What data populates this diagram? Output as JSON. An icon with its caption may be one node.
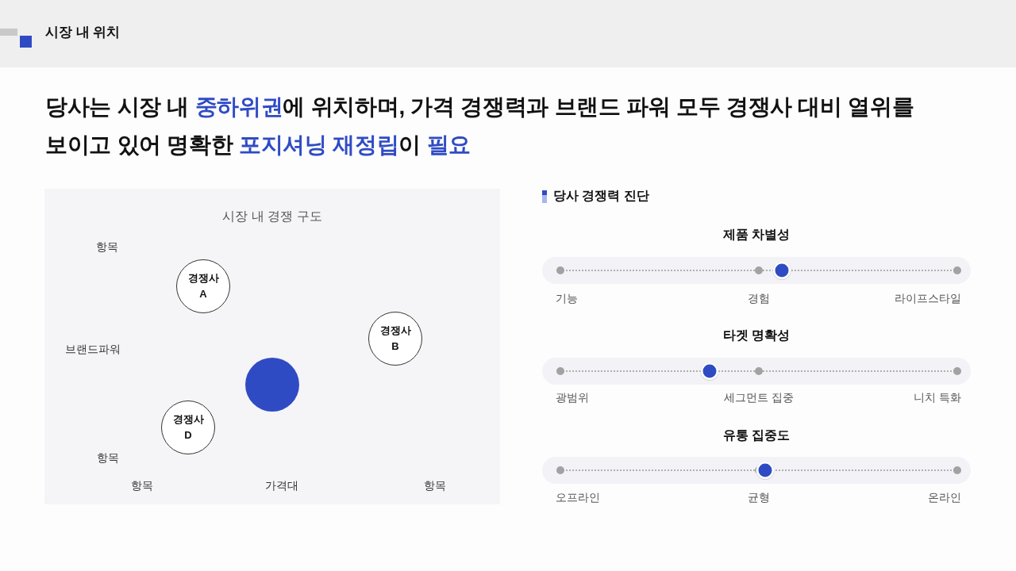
{
  "diagram": {
    "title": "시장 내 위치",
    "nodes": [
      {
        "text": [
          "시장 내 경쟁 구도"
        ]
      },
      {
        "text": [
          "경쟁사 A"
        ],
        "in": 0
      },
      {
        "text": [
          "경쟁사 B"
        ],
        "in": 0
      },
      {
        "text": [],
        "shape": "circle",
        "in": 0
      },
      {
        "text": [
          "경쟁사 D"
        ],
        "in": 0
      }
    ],
    "labels": [
      "당사는 시장 내 **중하위권**에 위치하며, 가격 경쟁력과 브랜드 파워 모두 경쟁사 대비 열위를 보이고 있어 명확한 **포지셔닝 재정립**이 **필요**",
      "항목",
      "브랜드파워",
      "항목",
      "항목",
      "가격대",
      "항목",
      "당사 경쟁력 진단",
      "제품 차별성",
      "기능",
      "경험",
      "라이프스타일",
      "타겟 명확성",
      "광범위",
      "세그먼트 집중",
      "니치 특화",
      "유통 집중도",
      "오프라인",
      "균형",
      "온라인"
    ]
  }
}
